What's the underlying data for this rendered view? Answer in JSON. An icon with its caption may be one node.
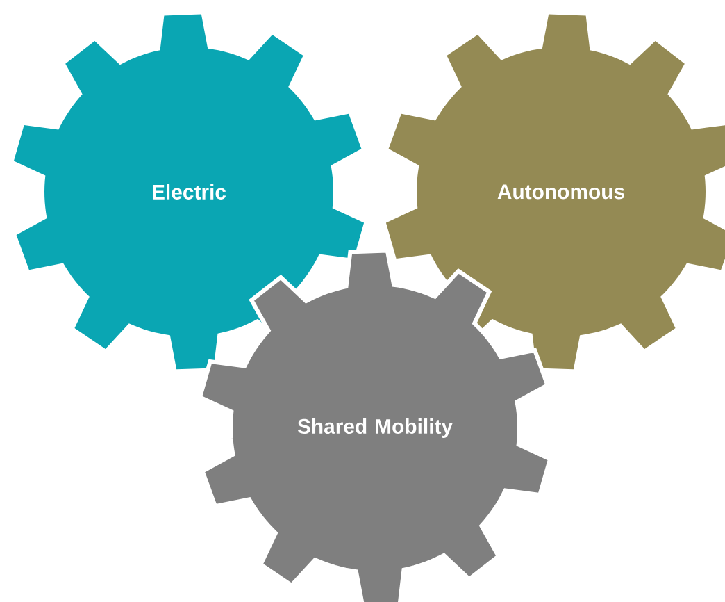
{
  "diagram": {
    "nodes": [
      {
        "text": [
          "Electric"
        ]
      },
      {
        "text": [
          "Autonomous"
        ]
      },
      {
        "text": [
          "Shared Mobility"
        ]
      }
    ]
  }
}
